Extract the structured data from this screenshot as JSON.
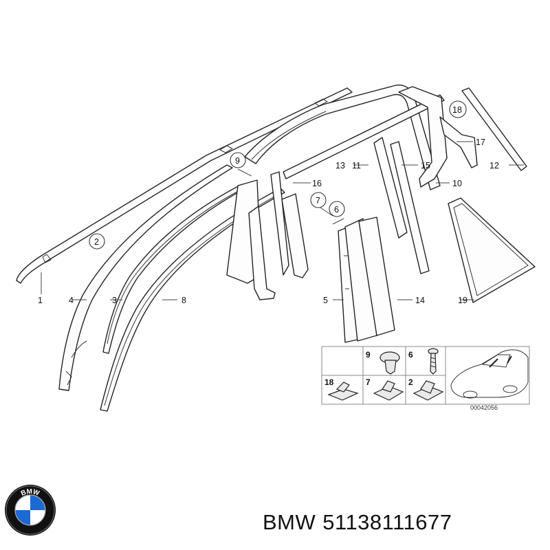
{
  "diagram": {
    "callouts": [
      {
        "id": "c1",
        "label": "1"
      },
      {
        "id": "c2",
        "label": "2"
      },
      {
        "id": "c3",
        "label": "3"
      },
      {
        "id": "c4",
        "label": "4"
      },
      {
        "id": "c5",
        "label": "5"
      },
      {
        "id": "c6",
        "label": "6"
      },
      {
        "id": "c7",
        "label": "7"
      },
      {
        "id": "c8",
        "label": "8"
      },
      {
        "id": "c9",
        "label": "9"
      },
      {
        "id": "c10",
        "label": "10"
      },
      {
        "id": "c11",
        "label": "11"
      },
      {
        "id": "c12",
        "label": "12"
      },
      {
        "id": "c13",
        "label": "13"
      },
      {
        "id": "c14",
        "label": "14"
      },
      {
        "id": "c15",
        "label": "15"
      },
      {
        "id": "c16",
        "label": "16"
      },
      {
        "id": "c17",
        "label": "17"
      },
      {
        "id": "c18",
        "label": "18"
      },
      {
        "id": "c19",
        "label": "19"
      }
    ],
    "inset": {
      "labels": [
        "9",
        "6",
        "18",
        "7",
        "2"
      ],
      "reference_code": "00042056"
    }
  },
  "footer": {
    "brand": "BMW",
    "part_number": "51138111677"
  },
  "logo": {
    "icon": "bmw-roundel-icon",
    "letters": "BMW",
    "colors": {
      "ring": "#111111",
      "blue": "#1c69d4",
      "white": "#ffffff"
    }
  }
}
